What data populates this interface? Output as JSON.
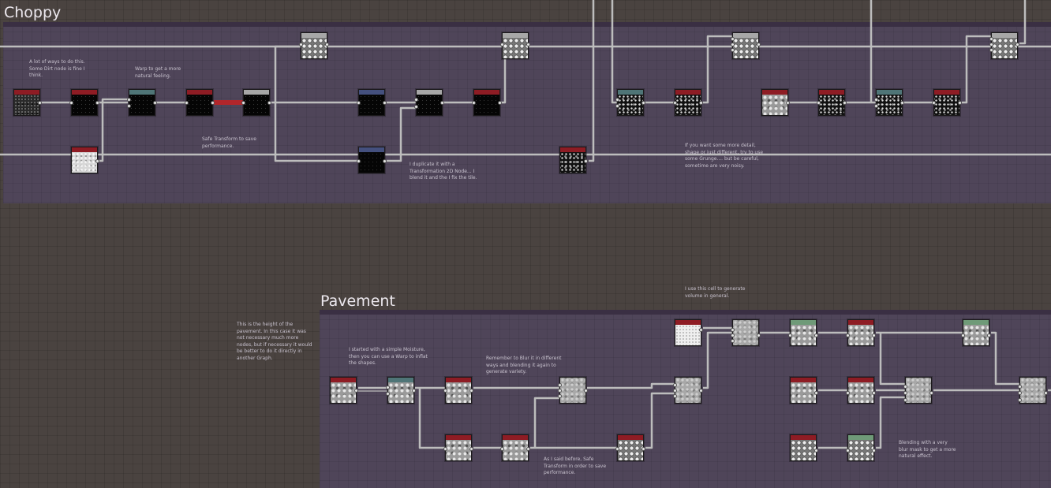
{
  "frames": {
    "choppy": {
      "title": "Choppy"
    },
    "pavement": {
      "title": "Pavement"
    }
  },
  "colors": {
    "header_red": "#8e1c24",
    "header_teal": "#4f7577",
    "header_blue": "#44507e",
    "header_gray": "#a7a7a7",
    "header_green": "#6f9a78",
    "wire": "#bdbdbd",
    "wire_red": "#b2262b"
  },
  "notes": {
    "choppy_dirt": "A lot of ways to do this. Some Dirt node is fine I think.",
    "choppy_warp": "Warp to get a more natural feeling.",
    "choppy_safe_transform": "Safe Transform to save performance.",
    "choppy_duplicate": "I duplicate it with a Transformation 2D Node... I blend it and the I fix the tile.",
    "choppy_grunge": "If you want some more detail, shape or just different, try to use some Grunge.... but be careful, sometime are very noisy.",
    "pavement_height": "This is the height of the pavement. In this case it was not necessary much more nodes, but if necessary it would be better to do it directly in another Graph.",
    "pavement_moisture": "I started with a simple Moisture, then you can use a Warp to inflat the shapes.",
    "pavement_blur": "Remember to Blur it in different ways and blending it again to generate variety.",
    "pavement_cell": "I use this cell to generate volume in general.",
    "pavement_safe_transform": "As I said before, Safe Transform in order to save performance.",
    "pavement_blending": "Blending with a very blur mask to get a more natural effect."
  }
}
